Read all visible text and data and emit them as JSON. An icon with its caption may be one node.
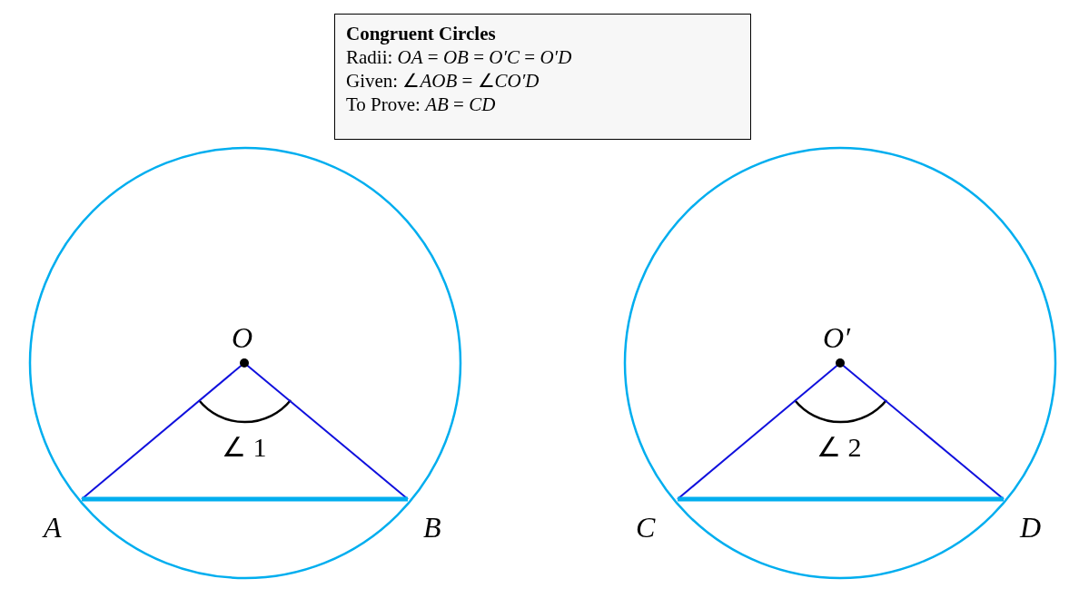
{
  "diagram": {
    "nodes": [
      {
        "text": [
          "Congruent Circles",
          "Radii: *OA* = *OB* = *O′C* = *O′D*",
          "Given: ∠*AOB* = ∠*CO′D*",
          "To Prove: *AB* = *CD*"
        ]
      },
      {
        "text": [
          "O"
        ]
      },
      {
        "text": [
          "A"
        ]
      },
      {
        "text": [
          "B"
        ]
      },
      {
        "text": [
          "O′"
        ]
      },
      {
        "text": [
          "C"
        ]
      },
      {
        "text": [
          "D"
        ]
      }
    ],
    "edges": [
      {
        "from": 1,
        "to": 2,
        "arrow": "none"
      },
      {
        "from": 1,
        "to": 3,
        "arrow": "none"
      },
      {
        "from": 2,
        "to": 3,
        "arrow": "none",
        "style": "thick",
        "color": "#00aeef"
      },
      {
        "from": 4,
        "to": 5,
        "arrow": "none"
      },
      {
        "from": 4,
        "to": 6,
        "arrow": "none"
      },
      {
        "from": 5,
        "to": 6,
        "arrow": "none",
        "style": "thick",
        "color": "#00aeef"
      }
    ],
    "labels": [
      "∠ 1",
      "∠ 2"
    ]
  }
}
